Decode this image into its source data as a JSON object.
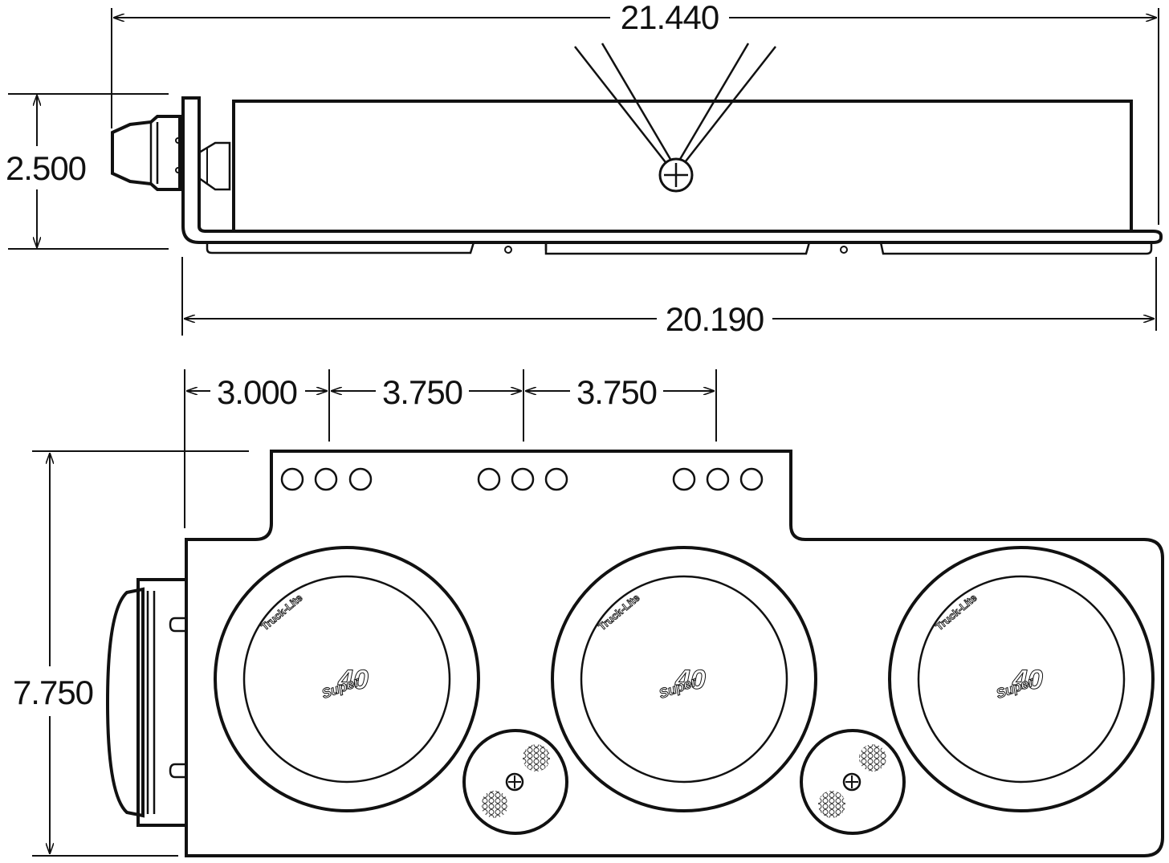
{
  "dimensions": {
    "overall_length": "21.440",
    "height": "2.500",
    "body_length": "20.190",
    "offset_first": "3.000",
    "spacing_second": "3.750",
    "spacing_third": "3.750",
    "overall_height": "7.750"
  },
  "lamps": [
    {
      "brand": "Truck-Lite",
      "model_top": "40",
      "model_script": "Super"
    },
    {
      "brand": "Truck-Lite",
      "model_top": "40",
      "model_script": "Super"
    },
    {
      "brand": "Truck-Lite",
      "model_top": "40",
      "model_script": "Super"
    }
  ],
  "icons": [
    "screw-head-icon",
    "reflector-honeycomb-icon",
    "mounting-hole-icon"
  ]
}
